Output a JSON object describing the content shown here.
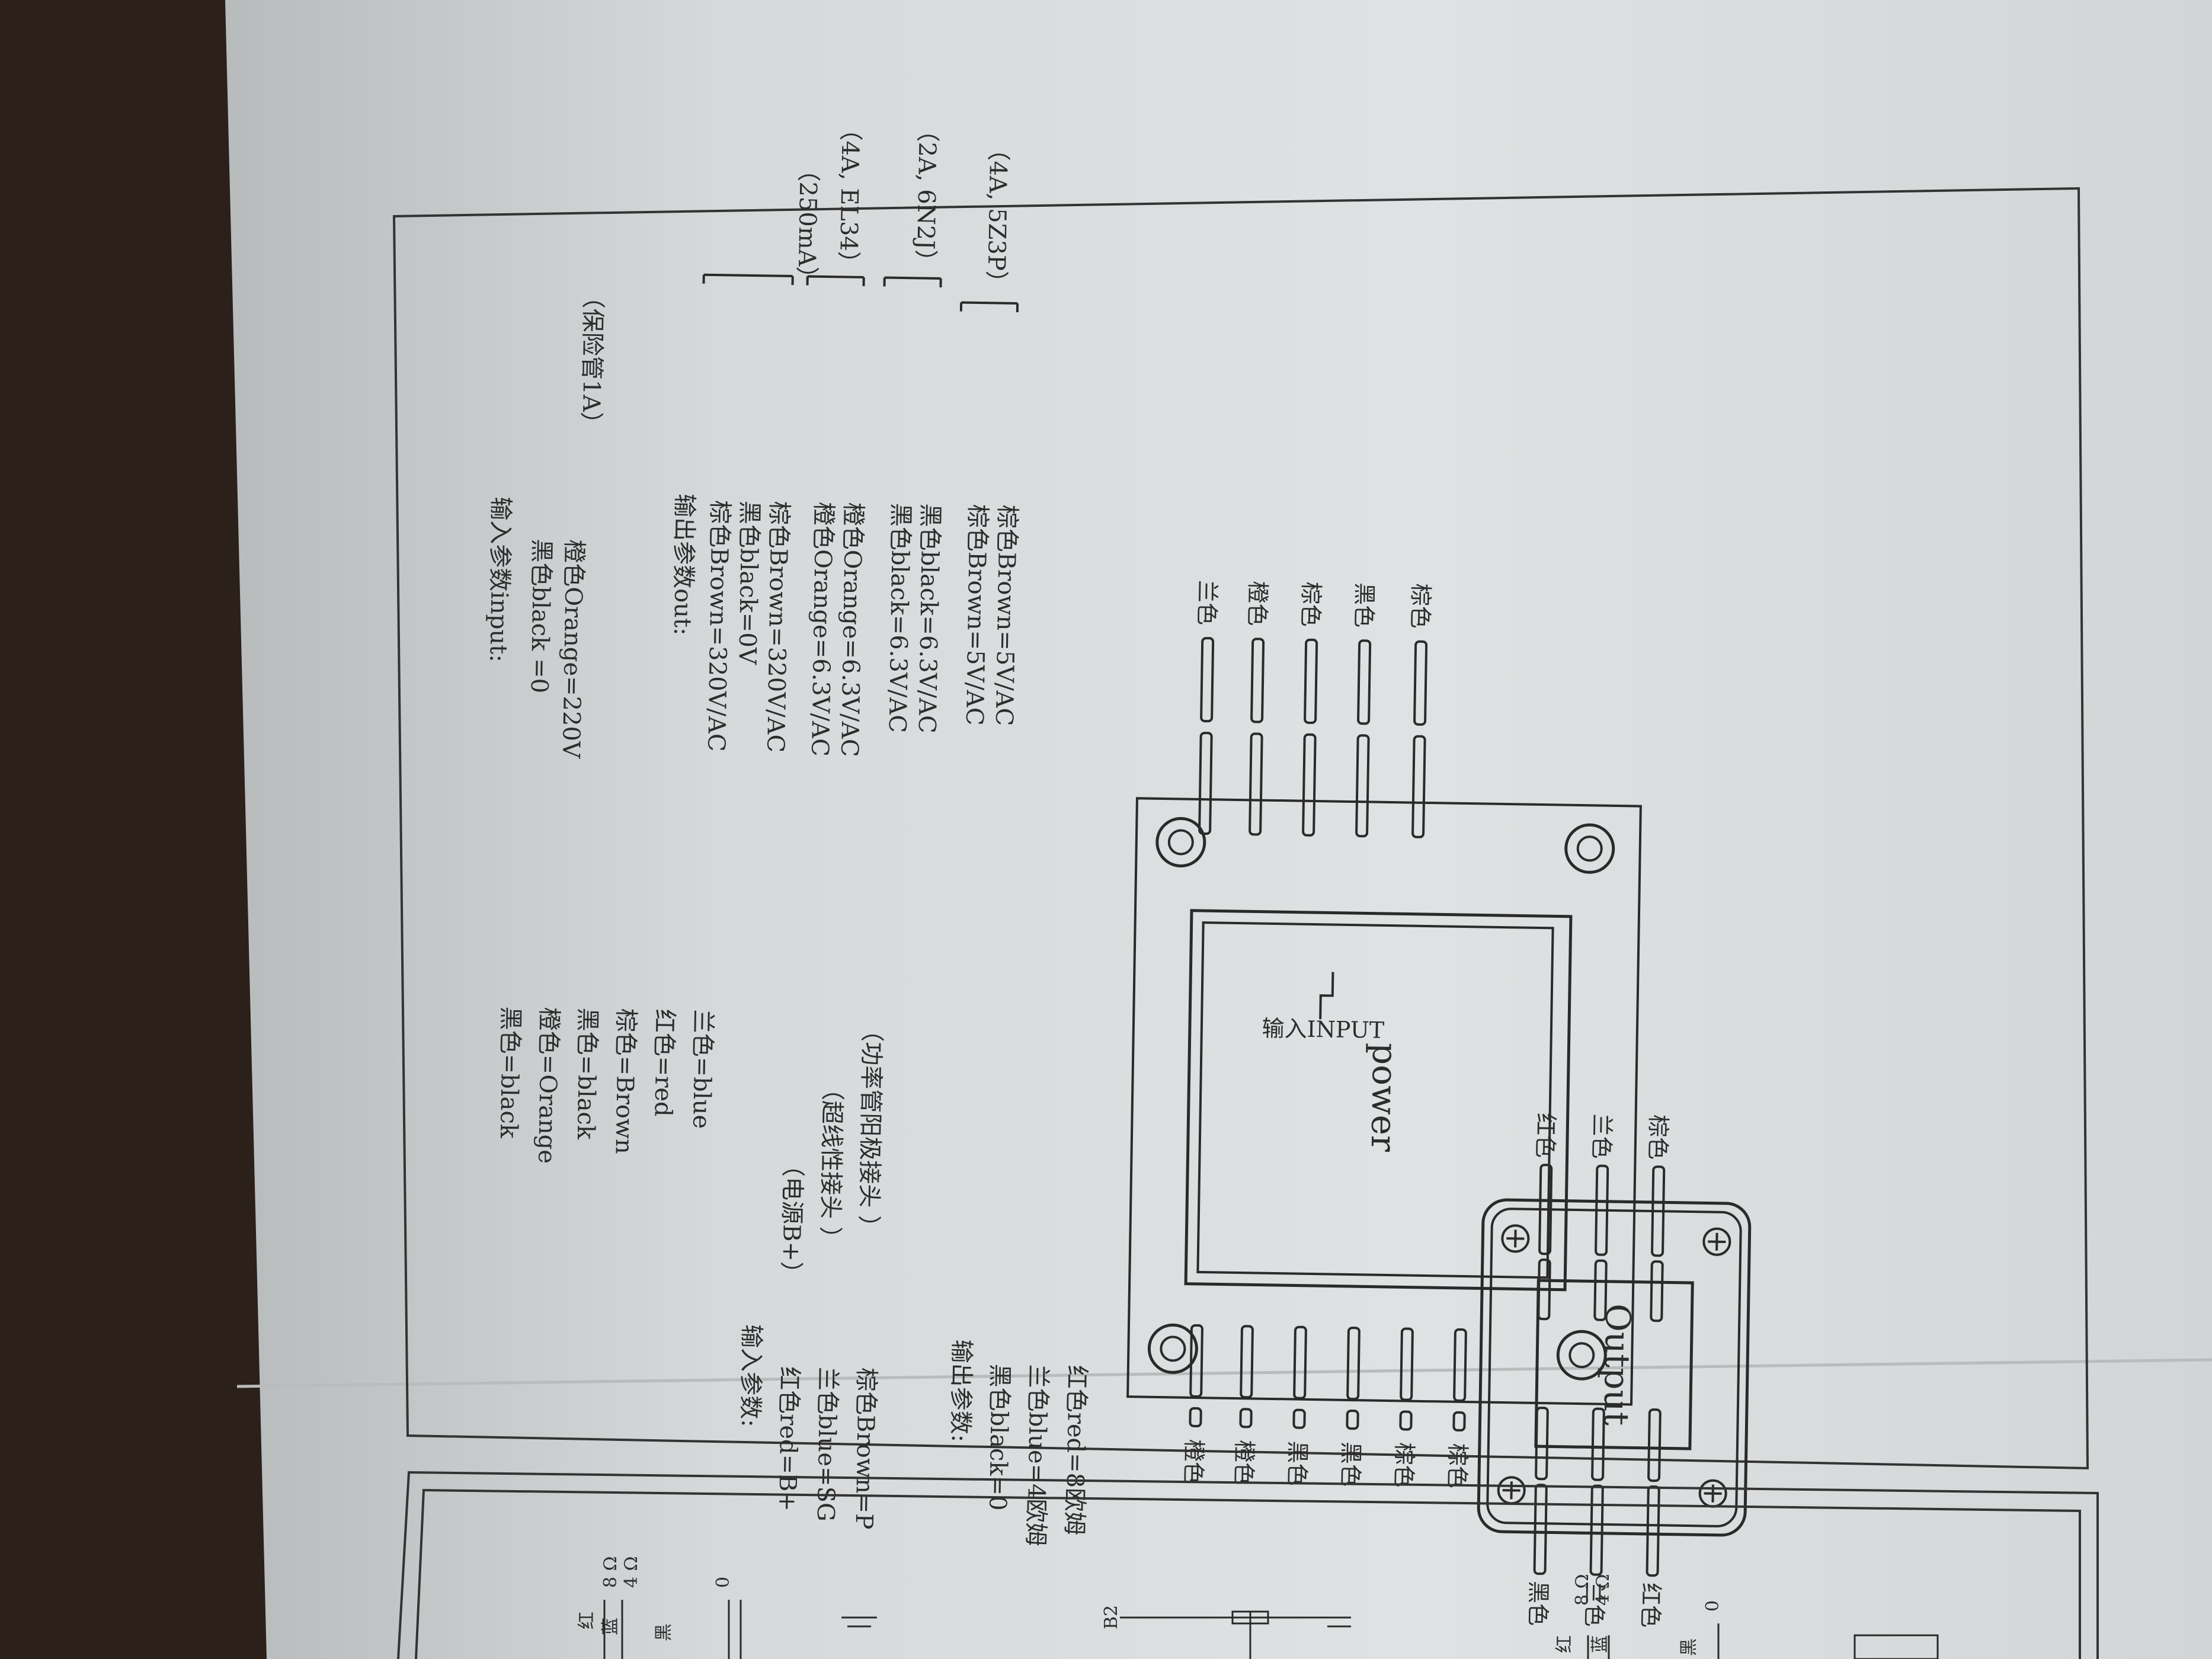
{
  "transformer": {
    "input_header": "输入参数input:",
    "input_lines": [
      "黑色black =0",
      "橙色Orange=220V"
    ],
    "fuse_note": "（保险管1A）",
    "output_header": "输出参数out:",
    "groups": [
      {
        "lines": [
          "棕色Brown=320V/AC",
          "黑色black=0V",
          "棕色Brown=320V/AC"
        ],
        "note": "（250mA）"
      },
      {
        "lines": [
          "橙色Orange=6.3V/AC",
          "橙色Orange=6.3V/AC"
        ],
        "note": "（4A, EL34）"
      },
      {
        "lines": [
          "黑色black=6.3V/AC",
          "黑色black=6.3V/AC"
        ],
        "note": "（2A, 6N2J）"
      },
      {
        "lines": [
          "棕色Brown=5V/AC",
          "棕色Brown=5V/AC"
        ],
        "note": "（4A, 5Z3P）"
      }
    ],
    "body_label": "power",
    "input_label": "输入INPUT",
    "top_pins": [
      "兰色",
      "橙色",
      "棕色",
      "黑色",
      "棕色"
    ],
    "bottom_pins": [
      "橙色",
      "橙色",
      "黑色",
      "黑色",
      "棕色",
      "棕色"
    ],
    "color_list": [
      "黑色=black",
      "橙色=Orange",
      "黑色=black",
      "棕色=Brown",
      "红色=red",
      "兰色=blue"
    ]
  },
  "output_transformer": {
    "input_header": "输入参数:",
    "input_lines": [
      {
        "text": "红色red=B+",
        "note": "（电源B+）"
      },
      {
        "text": "兰色blue=SG",
        "note": "（超线性接头 ）"
      },
      {
        "text": "棕色Brown=P",
        "note": "（功率管阳极接头 ）"
      }
    ],
    "output_header": "输出参数:",
    "output_lines": [
      "黑色black=0",
      "兰色blue=4欧姆",
      "红色red=8欧姆"
    ],
    "body_label": "Output",
    "top_pins": [
      "红色",
      "兰色",
      "棕色"
    ],
    "bottom_pins": [
      "黑色",
      "兰色",
      "红色"
    ]
  },
  "next_page": {
    "upper_labels": [
      "红",
      "蓝",
      "黑",
      "8 Ω",
      "4 Ω",
      "0"
    ],
    "b2_label": "B2",
    "lower_labels": [
      "红",
      "蓝",
      "黑",
      "8 Ω",
      "4 Ω",
      "0"
    ]
  },
  "colors": {
    "paper": "#d9dcdc",
    "ink": "#2a2a2a",
    "table": "#2b211a"
  }
}
